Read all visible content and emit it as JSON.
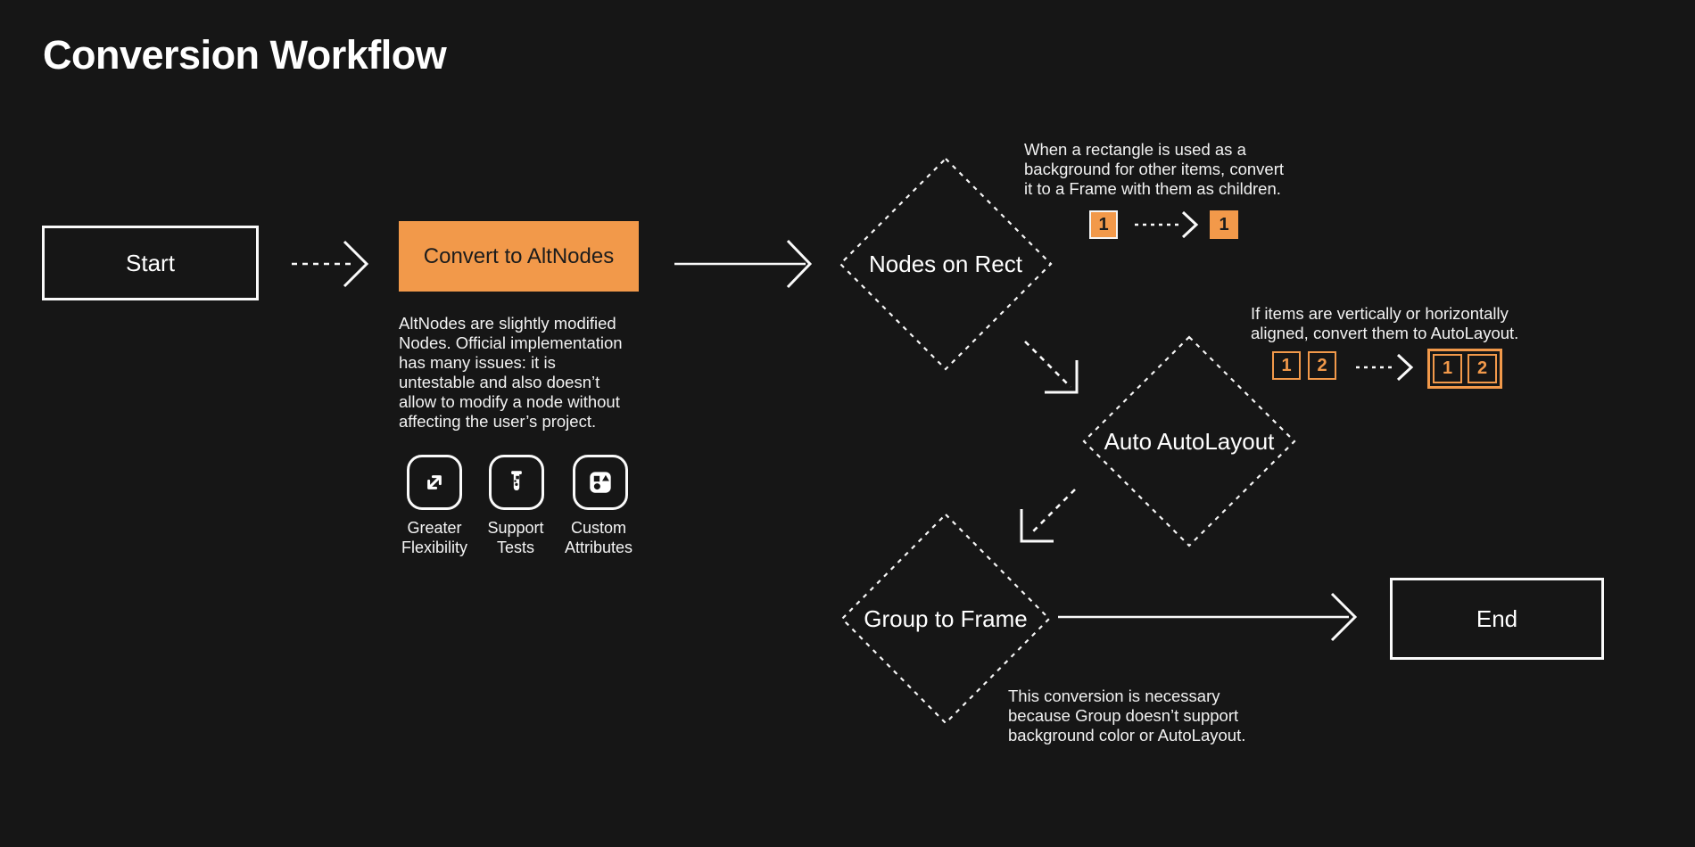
{
  "title": "Conversion Workflow",
  "colors": {
    "background": "#161616",
    "accent": "#F2994A",
    "text_light": "#F2F2F2",
    "text_dark": "#1C1C1C",
    "stroke": "#FAFAFA"
  },
  "nodes": {
    "start": "Start",
    "convert": "Convert to AltNodes",
    "nodes_on_rect": "Nodes on Rect",
    "auto_autolayout": "Auto AutoLayout",
    "group_to_frame": "Group to Frame",
    "end": "End"
  },
  "notes": {
    "altnodes": "AltNodes are slightly modified\nNodes. Official implementation\nhas many issues: it is\nuntestable and also doesn’t\nallow to modify a node without\naffecting the user’s project.",
    "rect_background": "When a rectangle is used as a\nbackground for other items, convert\nit to a Frame with them as children.",
    "autolayout": "If items are vertically or horizontally\naligned, convert them to AutoLayout.",
    "group_frame": "This conversion is necessary\nbecause Group doesn’t support\nbackground color or AutoLayout."
  },
  "features": [
    {
      "icon": "expand-arrows-icon",
      "label": "Greater\nFlexibility"
    },
    {
      "icon": "test-tube-icon",
      "label": "Support\nTests"
    },
    {
      "icon": "shapes-icon",
      "label": "Custom\nAttributes"
    }
  ],
  "chips": {
    "rect_before": "1",
    "rect_after": "1",
    "align_a": "1",
    "align_b": "2",
    "align_grouped_a": "1",
    "align_grouped_b": "2"
  }
}
